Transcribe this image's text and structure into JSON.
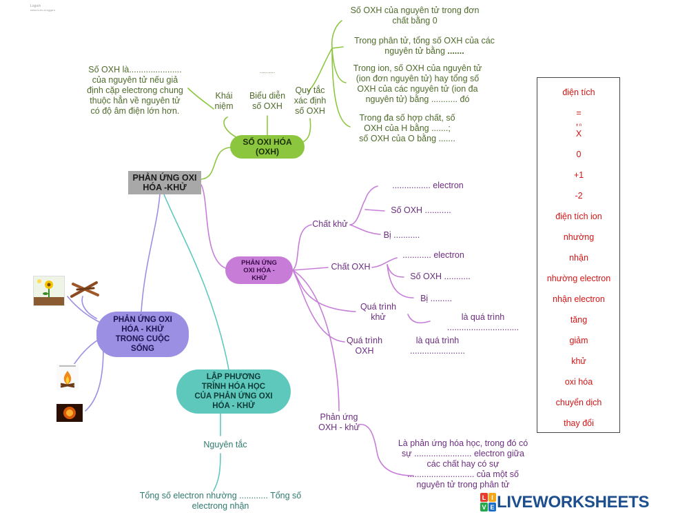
{
  "header": {
    "line1": "Logo/n",
    "line2": "www.lo-ho-si-ngga.s"
  },
  "root": {
    "label": "PHẢN ỨNG OXI\nHÓA -KHỬ"
  },
  "so_oxh": {
    "node": "SỐ OXI HÓA\n(OXH)",
    "khai_niem": "Khái\nniệm",
    "bieu_dien": "Biểu diễn\nsố OXH",
    "bieu_dien_blank": "..........",
    "quy_tac": "Quy tắc\nxác định\nsố OXH",
    "definition": "Số OXH là......................\ncủa nguyên tử nếu giả\nđịnh cặp electrong chung\nthuộc hẳn về nguyên tử\ncó độ âm điện lớn hơn.",
    "rules": [
      "Số OXH của nguyên tử trong đơn\nchất bằng 0",
      "Trong phân tử, tổng số OXH của các\nnguyên tử bằng ",
      "Trong ion, số OXH của nguyên tử\n(ion đơn nguyên tử) hay tổng số\nOXH của các nguyên tử (ion đa\nnguyên tử) bằng ........... đó",
      "Trong đa số hợp chất, số\nOXH của H bằng .......;\nsố OXH của O bằng ......."
    ],
    "rule2_blank": "......."
  },
  "redox": {
    "node": "PHẢN ỨNG\nOXI HÓA -\nKHỬ",
    "chat_khu": "Chất khử",
    "chat_khu_items": [
      "................ electron",
      "Số OXH ...........",
      "Bị ..........."
    ],
    "chat_oxh": "Chất OXH",
    "chat_oxh_items": [
      "............ electron",
      "Số OXH ...........",
      "Bị ........."
    ],
    "qt_khu": "Quá trình\nkhử",
    "qt_khu_desc": "là quá trình\n..............................",
    "qt_oxh": "Quá trình\nOXH",
    "qt_oxh_desc": "là quá trình\n.......................",
    "pu_oxh": "Phản ứng\nOXH - khử",
    "pu_oxh_desc": "Là phản ứng hóa học, trong đó có\nsự ........................ electron giữa\ncác chất hay có sự\n............................ của một số\nnguyên tử trong phân tử"
  },
  "life": {
    "node": "PHẢN ỨNG OXI\nHÓA - KHỬ\nTRONG CUỘC\nSỐNG"
  },
  "balance": {
    "node": "LẬP PHƯƠNG\nTRÌNH HÓA HỌC\nCỦA PHẢN ỨNG OXI\nHÓA - KHỬ",
    "nguyen_tac": "Nguyên tắc",
    "principle": "Tổng số electron nhường ............ Tổng số\nelectrong nhận"
  },
  "answer_bank": {
    "items": [
      "điện tích",
      "=",
      "X",
      "0",
      "+1",
      "-2",
      "điện tích ion",
      "nhường",
      "nhận",
      "nhường electron",
      "nhận electron",
      "tăng",
      "giảm",
      "khử",
      "oxi hóa",
      "chuyển dịch",
      "thay đổi"
    ],
    "x_superscript": "± n"
  },
  "brand": {
    "logo_letters": "LIVE",
    "name": "LIVEWORKSHEETS"
  },
  "colors": {
    "green": "#8cc63f",
    "purple": "#c77dd8",
    "teal": "#5ec8bd",
    "violet": "#9b8fe3",
    "grey": "#a8a8a8",
    "answer_red": "#d41414"
  }
}
